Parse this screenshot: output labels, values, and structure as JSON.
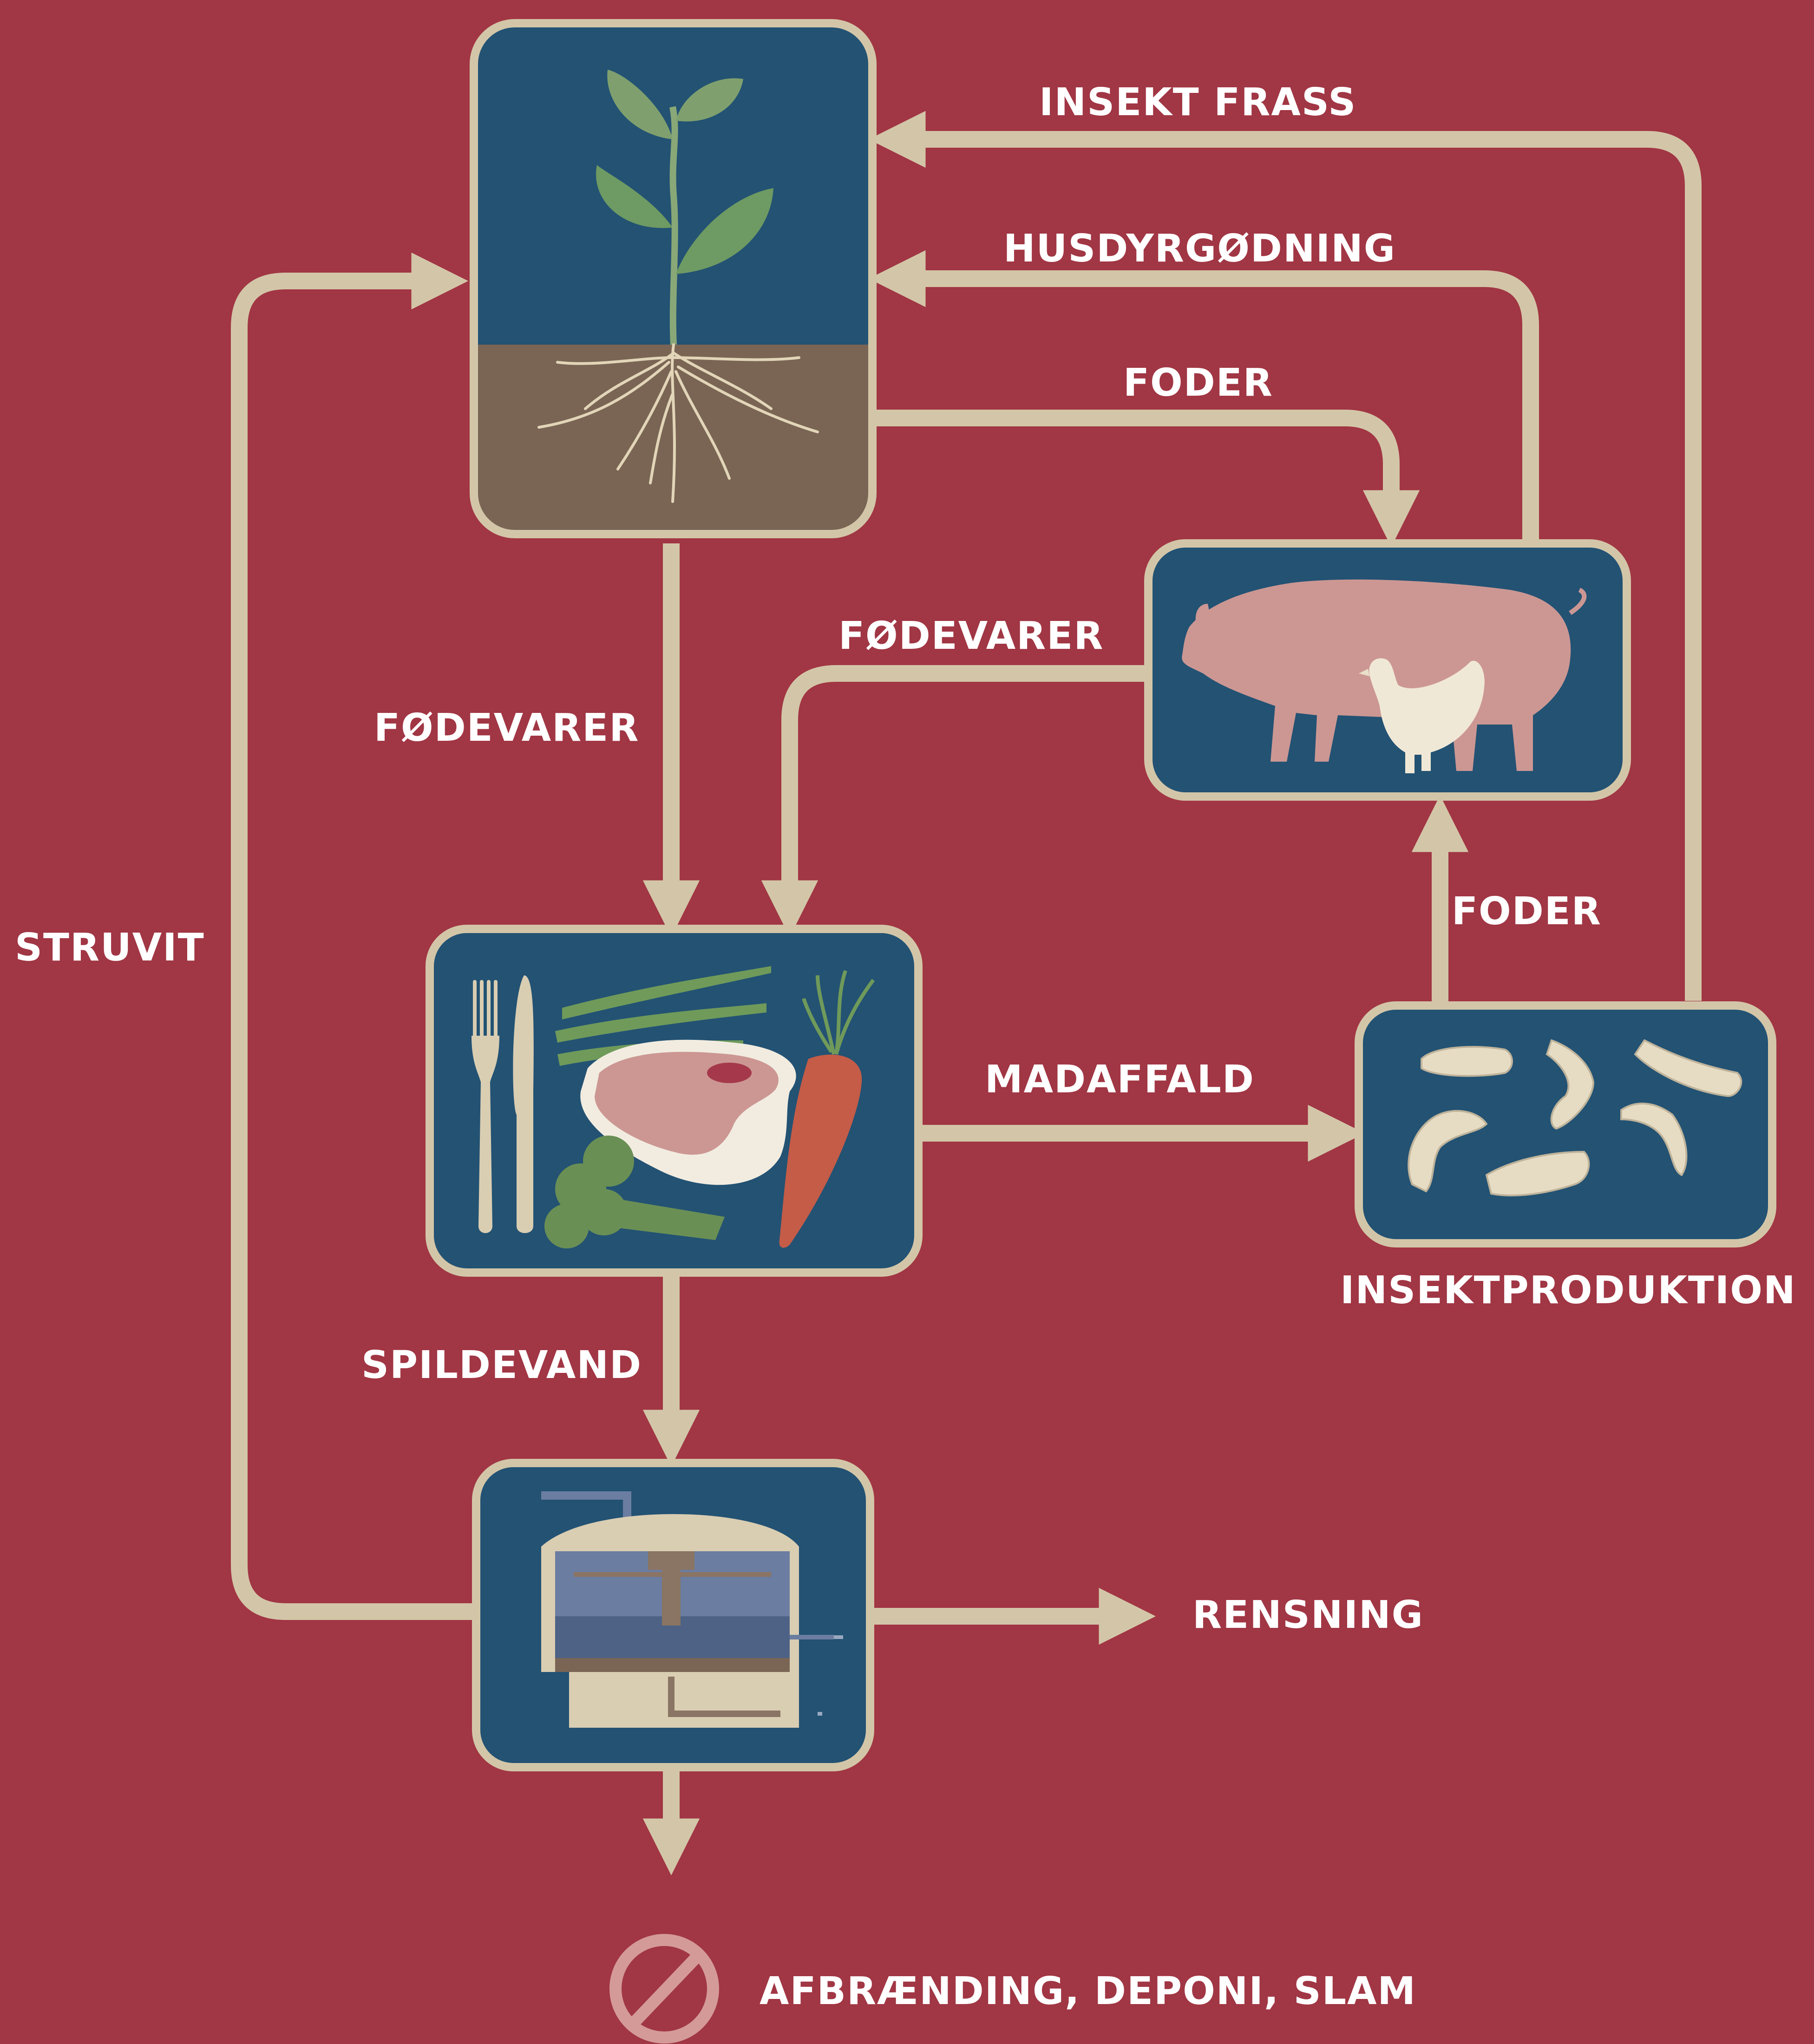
{
  "colors": {
    "background": "#a13644",
    "arrow": "#d3c6a8",
    "box_fill": "#235273",
    "box_border": "#d3c6a8",
    "soil": "#7a6555",
    "label": "#ffffff"
  },
  "nodes": [
    {
      "id": "plants",
      "icon": "plant-with-roots-icon"
    },
    {
      "id": "livestock",
      "icon": "pig-and-chicken-icon"
    },
    {
      "id": "food",
      "icon": "food-plate-icon"
    },
    {
      "id": "insects",
      "icon": "insect-larvae-icon"
    },
    {
      "id": "wastewater-plant",
      "icon": "treatment-tank-icon"
    },
    {
      "id": "disposal",
      "icon": "prohibited-icon"
    }
  ],
  "labels": {
    "insekt_frass": "INSEKT FRASS",
    "husdyrgodning": "HUSDYRGØDNING",
    "foder_top": "FODER",
    "fodevarer_right": "FØDEVARER",
    "fodevarer_left": "FØDEVARER",
    "struvit": "STRUVIT",
    "foder_insect": "FODER",
    "madaffald": "MADAFFALD",
    "insektproduktion": "INSEKTPRODUKTION",
    "spildevand": "SPILDEVAND",
    "rensning": "RENSNING",
    "afbraending": "AFBRÆNDING, DEPONI, SLAM"
  }
}
